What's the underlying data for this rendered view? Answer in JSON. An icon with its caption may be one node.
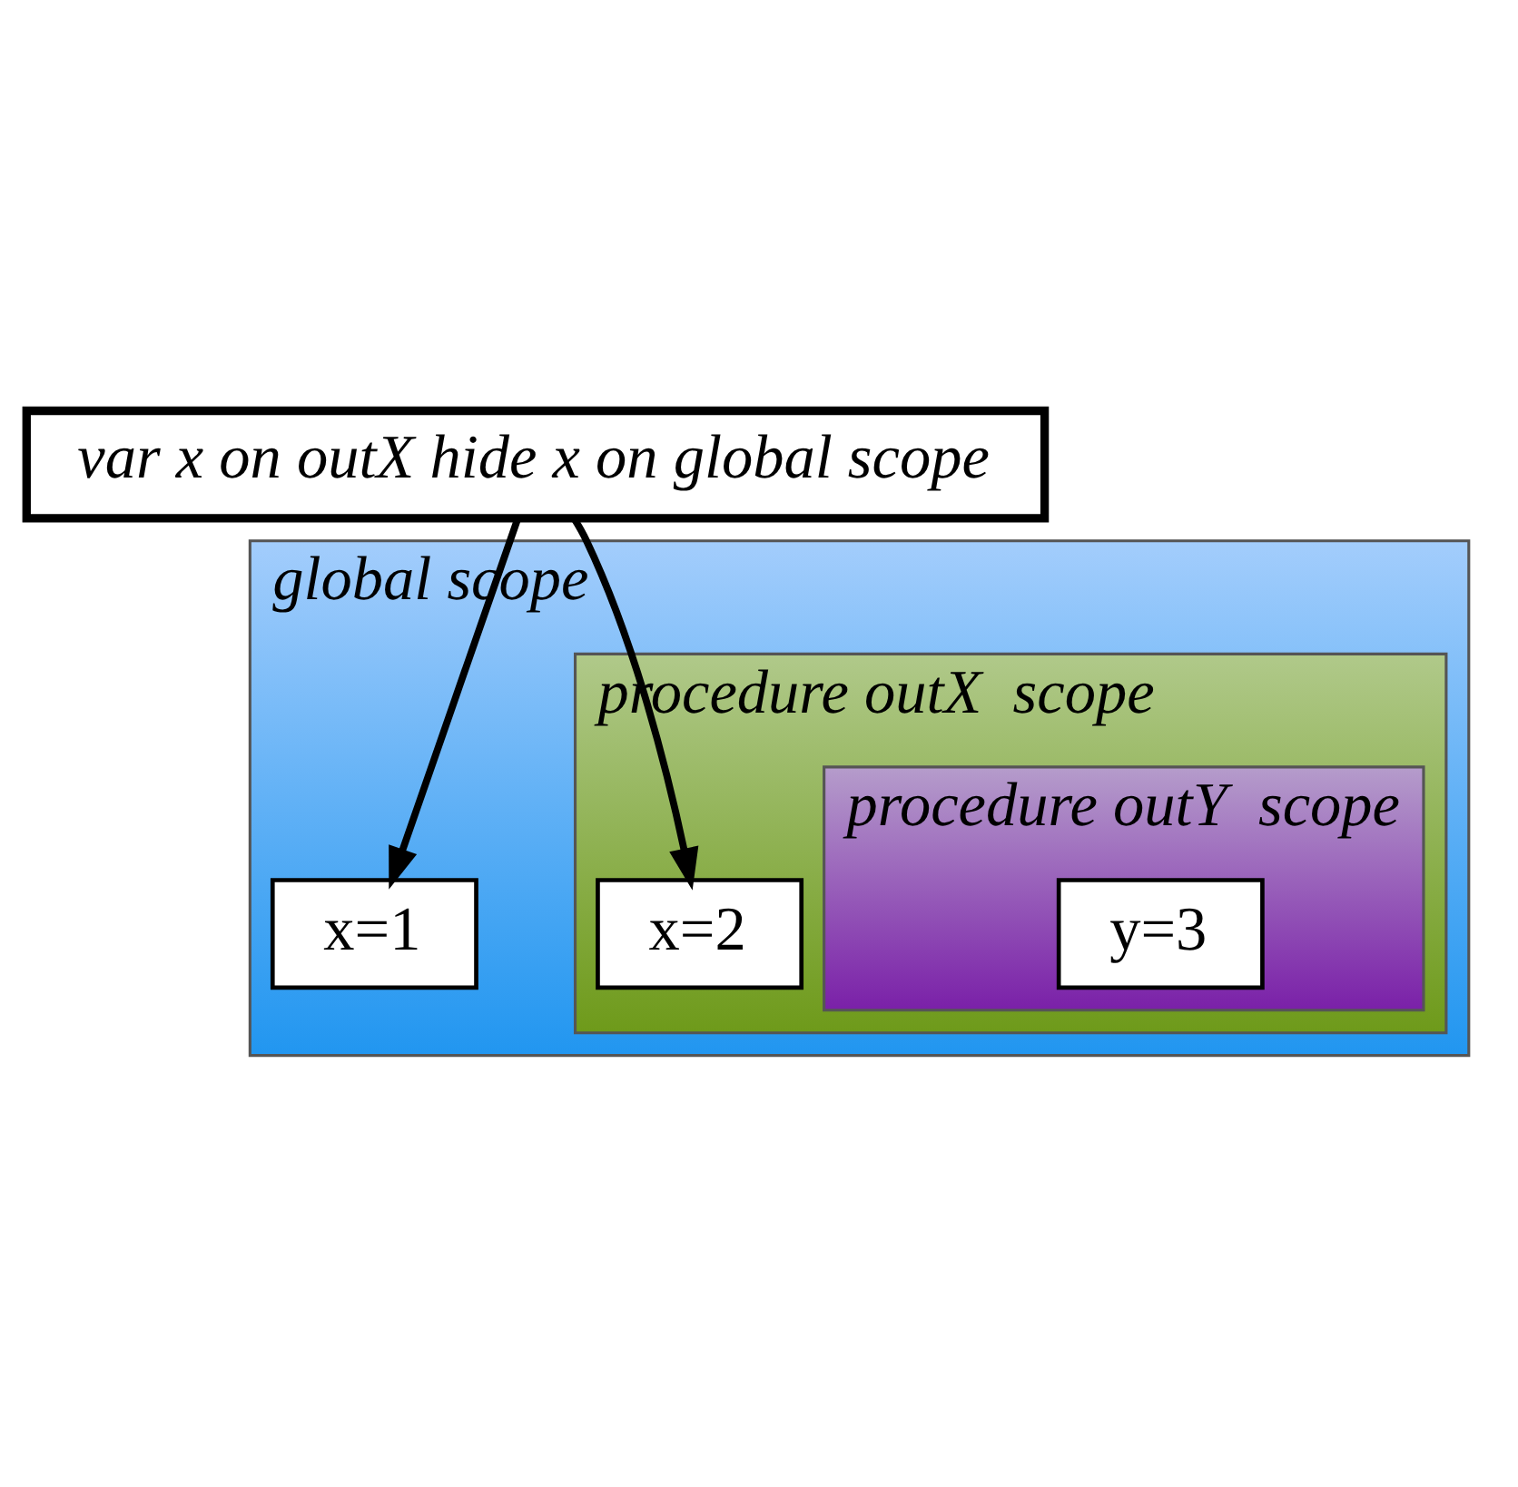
{
  "diagram": {
    "nodes": [
      {
        "text": [
          "global scope"
        ]
      },
      {
        "text": [
          "x=1"
        ],
        "in": 0
      },
      {
        "text": [
          "procedure outX  scope"
        ],
        "in": 0
      },
      {
        "text": [
          "x=2"
        ],
        "in": 2
      },
      {
        "text": [
          "procedure outY  scope"
        ],
        "in": 2
      },
      {
        "text": [
          "y=3"
        ],
        "in": 4
      },
      {
        "text": [
          "var x on outX hide x on global scope"
        ]
      }
    ],
    "edges": [
      {
        "from": 6,
        "to": 1,
        "arrow": "to"
      },
      {
        "from": 6,
        "to": 3,
        "arrow": "to"
      }
    ]
  }
}
